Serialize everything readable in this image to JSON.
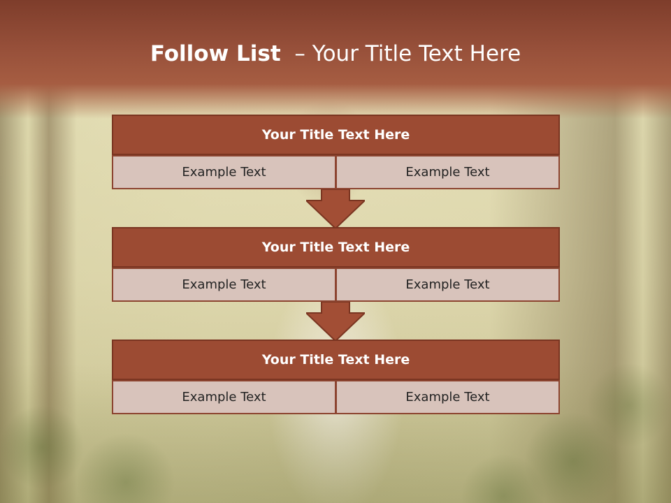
{
  "header": {
    "title_strong": "Follow List",
    "title_rest": "– Your Title Text Here"
  },
  "steps": [
    {
      "title": "Your Title Text Here",
      "left": "Example Text",
      "right": "Example Text"
    },
    {
      "title": "Your Title Text Here",
      "left": "Example Text",
      "right": "Example Text"
    },
    {
      "title": "Your Title Text Here",
      "left": "Example Text",
      "right": "Example Text"
    }
  ],
  "colors": {
    "header": "#97503a",
    "box_title": "#9c4b33",
    "box_cell": "#d8c3bb",
    "arrow": "#a24e35"
  },
  "icons": {
    "connector": "down-arrow-icon"
  }
}
